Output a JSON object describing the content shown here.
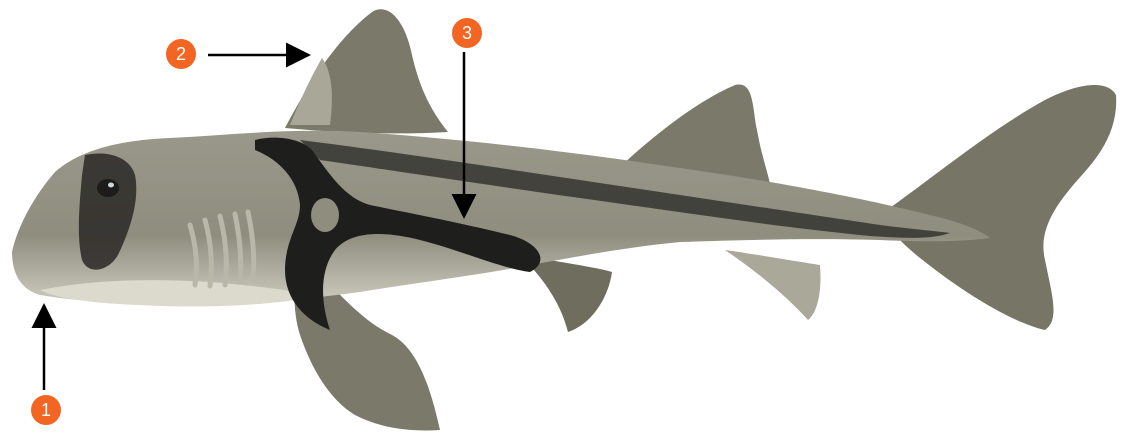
{
  "colors": {
    "background": "#ffffff",
    "callout": "#f26522",
    "body": "#8a8878",
    "body_light": "#b4b2a3",
    "fin": "#7a7868",
    "dark_band": "#1e1e1c",
    "belly": "#dedcd0",
    "arrow": "#000000"
  },
  "callouts": [
    {
      "label": "1",
      "points_to": "mouth"
    },
    {
      "label": "2",
      "points_to": "first-dorsal-fin-spine"
    },
    {
      "label": "3",
      "points_to": "lateral-dark-band"
    }
  ]
}
